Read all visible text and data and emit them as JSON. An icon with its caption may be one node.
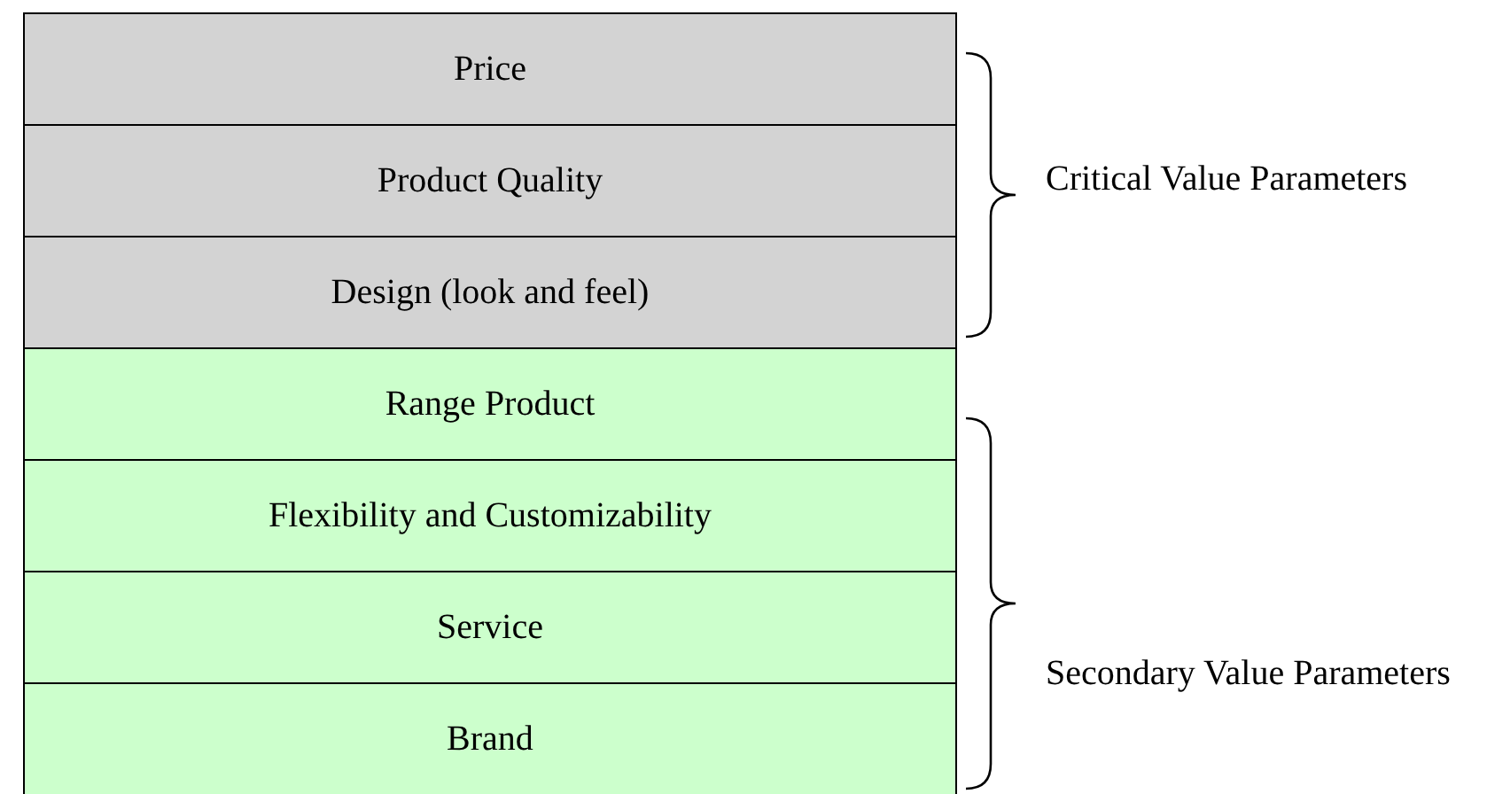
{
  "diagram": {
    "nodes": [
      {
        "text": [
          "Price"
        ]
      },
      {
        "text": [
          "Product Quality"
        ]
      },
      {
        "text": [
          "Design (look and feel)"
        ]
      },
      {
        "text": [
          "Range Product"
        ]
      },
      {
        "text": [
          "Flexibility and Customizability"
        ]
      },
      {
        "text": [
          "Service"
        ]
      },
      {
        "text": [
          "Brand"
        ]
      }
    ],
    "labels": [
      "Critical Value Parameters",
      "Secondary Value Parameters"
    ]
  }
}
